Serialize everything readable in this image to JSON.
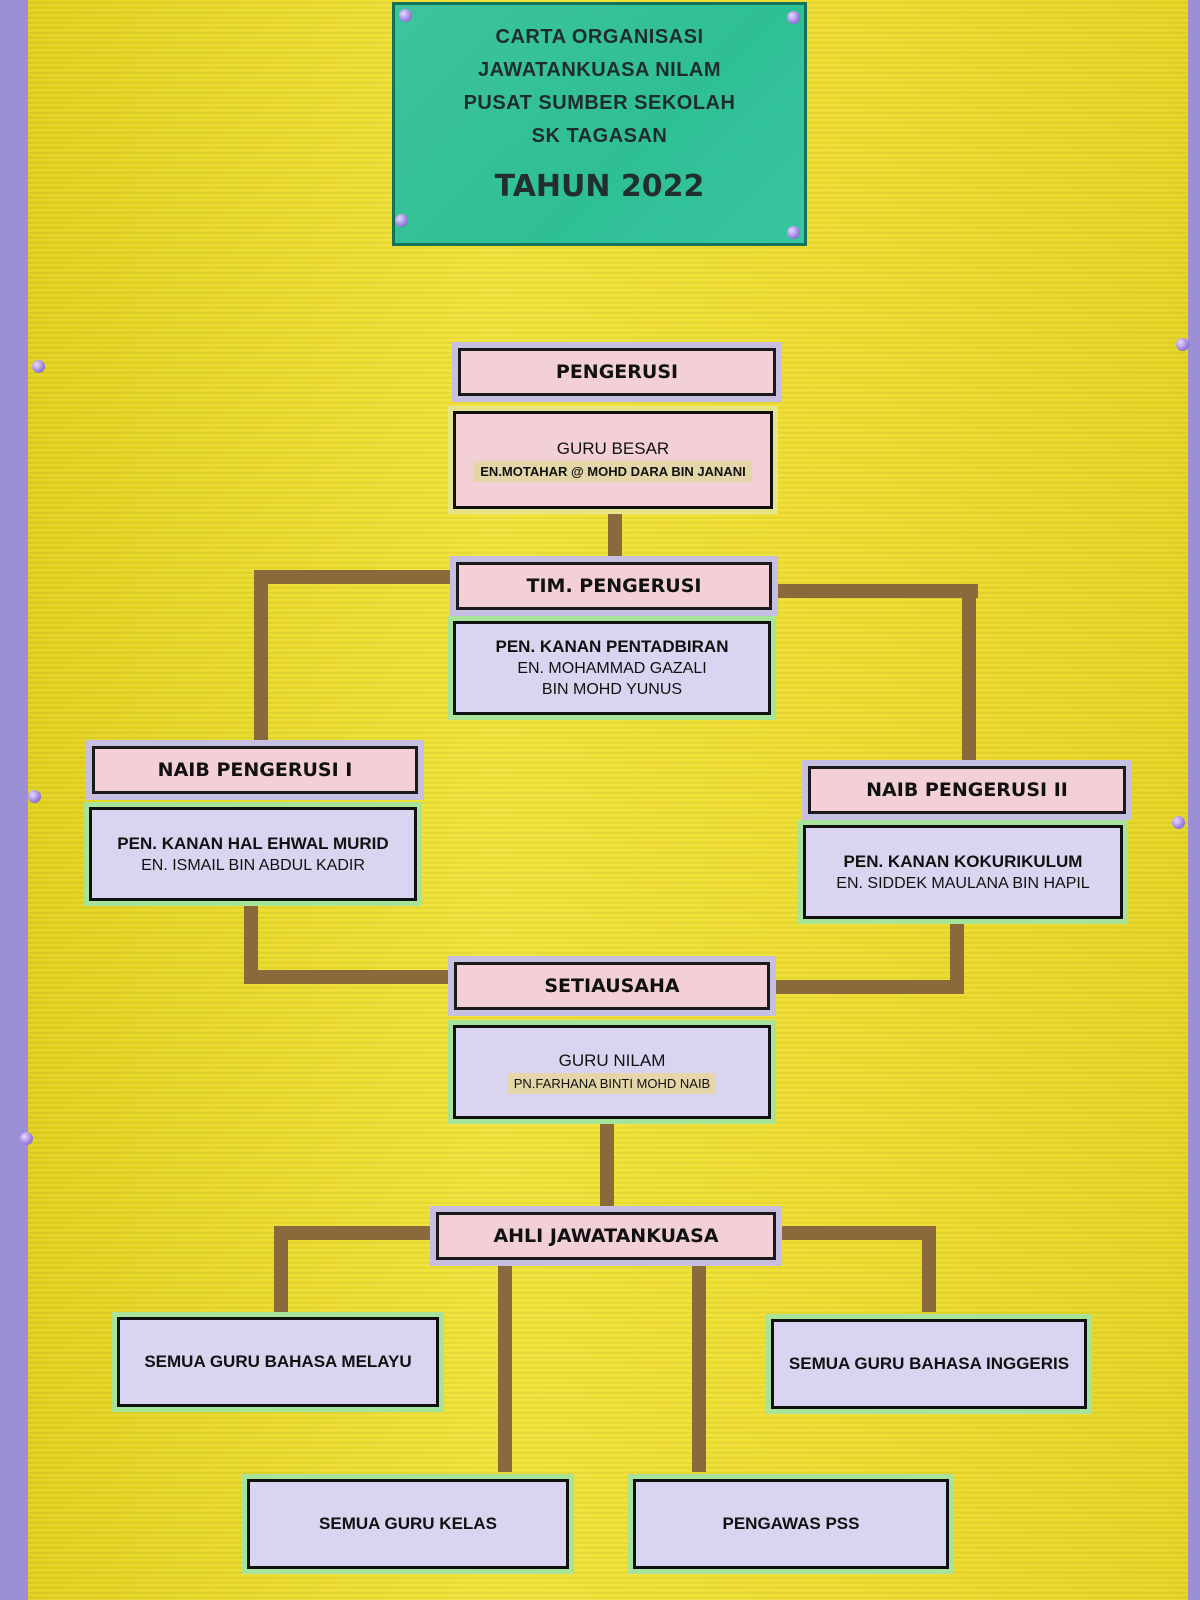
{
  "title": {
    "lines": [
      "CARTA ORGANISASI",
      "JAWATANKUASA NILAM",
      "PUSAT SUMBER SEKOLAH",
      "SK TAGASAN"
    ],
    "year": "TAHUN 2022"
  },
  "pengerusi": {
    "heading": "PENGERUSI",
    "role": "GURU BESAR",
    "name": "EN.MOTAHAR @ MOHD DARA BIN  JANANI"
  },
  "tim_pengerusi": {
    "heading": "TIM. PENGERUSI",
    "role": "PEN. KANAN PENTADBIRAN",
    "name_line1": "EN. MOHAMMAD GAZALI",
    "name_line2": "BIN MOHD YUNUS"
  },
  "naib_1": {
    "heading": "NAIB PENGERUSI I",
    "role": "PEN. KANAN HAL EHWAL MURID",
    "name": "EN. ISMAIL BIN ABDUL KADIR"
  },
  "naib_2": {
    "heading": "NAIB PENGERUSI II",
    "role": "PEN. KANAN KOKURIKULUM",
    "name": "EN. SIDDEK MAULANA BIN HAPIL"
  },
  "setiausaha": {
    "heading": "SETIAUSAHA",
    "role": "GURU NILAM",
    "name": "PN.FARHANA BINTI MOHD NAIB"
  },
  "ajk": {
    "heading": "AHLI JAWATANKUASA",
    "members": [
      "SEMUA GURU BAHASA MELAYU",
      "SEMUA GURU BAHASA INGGERIS",
      "SEMUA GURU KELAS",
      "PENGAWAS PSS"
    ]
  }
}
